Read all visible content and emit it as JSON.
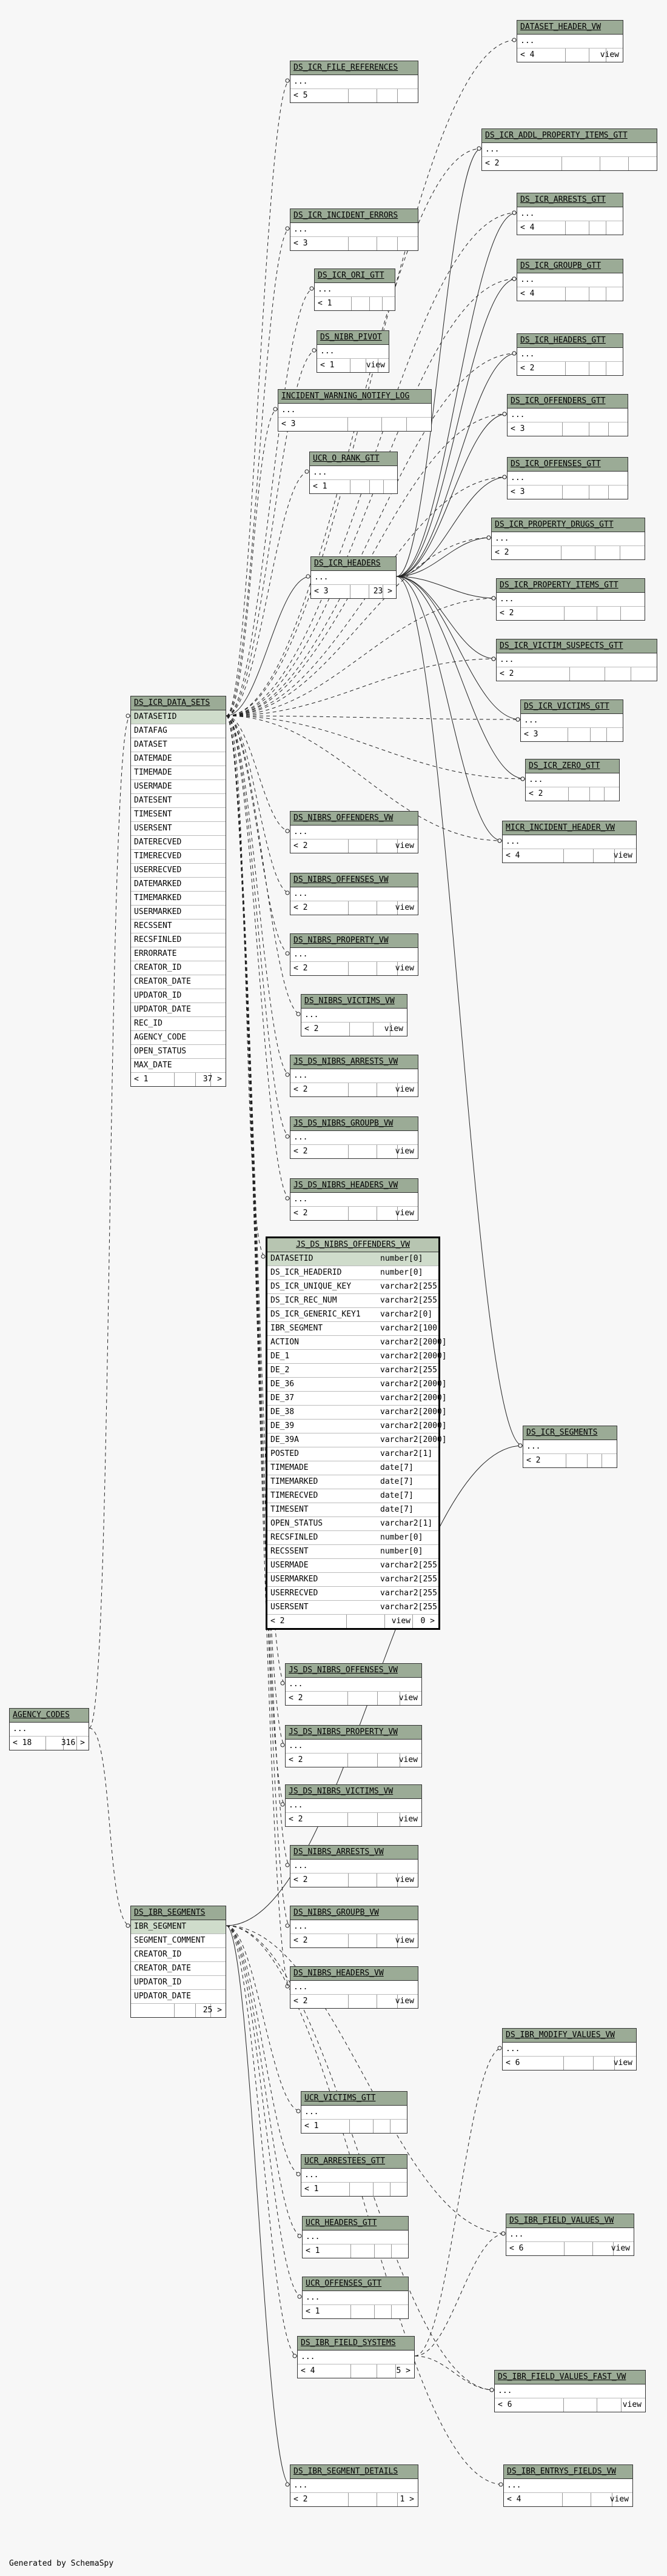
{
  "footer": {
    "generated_by": "Generated by SchemaSpy"
  },
  "tables": [
    {
      "name": "DATASET_HEADER_VW",
      "rows": [
        "..."
      ],
      "foot": [
        "< 4",
        "view"
      ]
    },
    {
      "name": "DS_ICR_FILE_REFERENCES",
      "rows": [
        "..."
      ],
      "foot": [
        "< 5",
        ""
      ]
    },
    {
      "name": "DS_ICR_ADDL_PROPERTY_ITEMS_GTT",
      "rows": [
        "..."
      ],
      "foot": [
        "< 2",
        ""
      ]
    },
    {
      "name": "DS_ICR_ARRESTS_GTT",
      "rows": [
        "..."
      ],
      "foot": [
        "< 4",
        ""
      ]
    },
    {
      "name": "DS_ICR_INCIDENT_ERRORS",
      "rows": [
        "..."
      ],
      "foot": [
        "< 3",
        ""
      ]
    },
    {
      "name": "DS_ICR_GROUPB_GTT",
      "rows": [
        "..."
      ],
      "foot": [
        "< 4",
        ""
      ]
    },
    {
      "name": "DS_ICR_ORI_GTT",
      "rows": [
        "..."
      ],
      "foot": [
        "< 1",
        ""
      ]
    },
    {
      "name": "DS_NIBR_PIVOT",
      "rows": [
        "..."
      ],
      "foot": [
        "< 1",
        "view"
      ]
    },
    {
      "name": "DS_ICR_HEADERS_GTT",
      "rows": [
        "..."
      ],
      "foot": [
        "< 2",
        ""
      ]
    },
    {
      "name": "INCIDENT_WARNING_NOTIFY_LOG",
      "rows": [
        "..."
      ],
      "foot": [
        "< 3",
        ""
      ]
    },
    {
      "name": "DS_ICR_OFFENDERS_GTT",
      "rows": [
        "..."
      ],
      "foot": [
        "< 3",
        ""
      ]
    },
    {
      "name": "UCR_O_RANK_GTT",
      "rows": [
        "..."
      ],
      "foot": [
        "< 1",
        ""
      ]
    },
    {
      "name": "DS_ICR_OFFENSES_GTT",
      "rows": [
        "..."
      ],
      "foot": [
        "< 3",
        ""
      ]
    },
    {
      "name": "DS_ICR_PROPERTY_DRUGS_GTT",
      "rows": [
        "..."
      ],
      "foot": [
        "< 2",
        ""
      ]
    },
    {
      "name": "DS_ICR_HEADERS",
      "rows": [
        "..."
      ],
      "foot": [
        "< 3",
        "23 >"
      ]
    },
    {
      "name": "DS_ICR_PROPERTY_ITEMS_GTT",
      "rows": [
        "..."
      ],
      "foot": [
        "< 2",
        ""
      ]
    },
    {
      "name": "DS_ICR_VICTIM_SUSPECTS_GTT",
      "rows": [
        "..."
      ],
      "foot": [
        "< 2",
        ""
      ]
    },
    {
      "name": "DS_ICR_VICTIMS_GTT",
      "rows": [
        "..."
      ],
      "foot": [
        "< 3",
        ""
      ]
    },
    {
      "name": "DS_ICR_ZERO_GTT",
      "rows": [
        "..."
      ],
      "foot": [
        "< 2",
        ""
      ]
    },
    {
      "name": "DS_ICR_DATA_SETS",
      "rows": [
        "DATASETID",
        "DATAFAG",
        "DATASET",
        "DATEMADE",
        "TIMEMADE",
        "USERMADE",
        "DATESENT",
        "TIMESENT",
        "USERSENT",
        "DATERECVED",
        "TIMERECVED",
        "USERRECVED",
        "DATEMARKED",
        "TIMEMARKED",
        "USERMARKED",
        "RECSSENT",
        "RECSFINLED",
        "ERRORRATE",
        "CREATOR_ID",
        "CREATOR_DATE",
        "UPDATOR_ID",
        "UPDATOR_DATE",
        "REC_ID",
        "AGENCY_CODE",
        "OPEN_STATUS",
        "MAX_DATE"
      ],
      "foot": [
        "< 1",
        "37 >"
      ]
    },
    {
      "name": "DS_NIBRS_OFFENDERS_VW",
      "rows": [
        "..."
      ],
      "foot": [
        "< 2",
        "view"
      ]
    },
    {
      "name": "MICR_INCIDENT_HEADER_VW",
      "rows": [
        "..."
      ],
      "foot": [
        "< 4",
        "view"
      ]
    },
    {
      "name": "DS_NIBRS_OFFENSES_VW",
      "rows": [
        "..."
      ],
      "foot": [
        "< 2",
        "view"
      ]
    },
    {
      "name": "DS_NIBRS_PROPERTY_VW",
      "rows": [
        "..."
      ],
      "foot": [
        "< 2",
        "view"
      ]
    },
    {
      "name": "DS_NIBRS_VICTIMS_VW",
      "rows": [
        "..."
      ],
      "foot": [
        "< 2",
        "view"
      ]
    },
    {
      "name": "JS_DS_NIBRS_ARRESTS_VW",
      "rows": [
        "..."
      ],
      "foot": [
        "< 2",
        "view"
      ]
    },
    {
      "name": "JS_DS_NIBRS_GROUPB_VW",
      "rows": [
        "..."
      ],
      "foot": [
        "< 2",
        "view"
      ]
    },
    {
      "name": "JS_DS_NIBRS_HEADERS_VW",
      "rows": [
        "..."
      ],
      "foot": [
        "< 2",
        "view"
      ]
    },
    {
      "name": "JS_DS_NIBRS_OFFENDERS_VW",
      "focus": true,
      "rows": [
        [
          "DATASETID",
          "number[0]"
        ],
        [
          "DS_ICR_HEADERID",
          "number[0]"
        ],
        [
          "DS_ICR_UNIQUE_KEY",
          "varchar2[255]"
        ],
        [
          "DS_ICR_REC_NUM",
          "varchar2[255]"
        ],
        [
          "DS_ICR_GENERIC_KEY1",
          "varchar2[0]"
        ],
        [
          "IBR_SEGMENT",
          "varchar2[100]"
        ],
        [
          "ACTION",
          "varchar2[2000]"
        ],
        [
          "DE_1",
          "varchar2[2000]"
        ],
        [
          "DE_2",
          "varchar2[255]"
        ],
        [
          "DE_36",
          "varchar2[2000]"
        ],
        [
          "DE_37",
          "varchar2[2000]"
        ],
        [
          "DE_38",
          "varchar2[2000]"
        ],
        [
          "DE_39",
          "varchar2[2000]"
        ],
        [
          "DE_39A",
          "varchar2[2000]"
        ],
        [
          "POSTED",
          "varchar2[1]"
        ],
        [
          "TIMEMADE",
          "date[7]"
        ],
        [
          "TIMEMARKED",
          "date[7]"
        ],
        [
          "TIMERECVED",
          "date[7]"
        ],
        [
          "TIMESENT",
          "date[7]"
        ],
        [
          "OPEN_STATUS",
          "varchar2[1]"
        ],
        [
          "RECSFINLED",
          "number[0]"
        ],
        [
          "RECSSENT",
          "number[0]"
        ],
        [
          "USERMADE",
          "varchar2[255]"
        ],
        [
          "USERMARKED",
          "varchar2[255]"
        ],
        [
          "USERRECVED",
          "varchar2[255]"
        ],
        [
          "USERSENT",
          "varchar2[255]"
        ]
      ],
      "foot": [
        "< 2",
        "view",
        "0 >"
      ]
    },
    {
      "name": "DS_ICR_SEGMENTS",
      "rows": [
        "..."
      ],
      "foot": [
        "< 2",
        ""
      ]
    },
    {
      "name": "JS_DS_NIBRS_OFFENSES_VW",
      "rows": [
        "..."
      ],
      "foot": [
        "< 2",
        "view"
      ]
    },
    {
      "name": "AGENCY_CODES",
      "rows": [
        "..."
      ],
      "foot": [
        "< 18",
        "316 >"
      ]
    },
    {
      "name": "JS_DS_NIBRS_PROPERTY_VW",
      "rows": [
        "..."
      ],
      "foot": [
        "< 2",
        "view"
      ]
    },
    {
      "name": "JS_DS_NIBRS_VICTIMS_VW",
      "rows": [
        "..."
      ],
      "foot": [
        "< 2",
        "view"
      ]
    },
    {
      "name": "DS_NIBRS_ARRESTS_VW",
      "rows": [
        "..."
      ],
      "foot": [
        "< 2",
        "view"
      ]
    },
    {
      "name": "DS_NIBRS_GROUPB_VW",
      "rows": [
        "..."
      ],
      "foot": [
        "< 2",
        "view"
      ]
    },
    {
      "name": "DS_IBR_SEGMENTS",
      "rows": [
        "IBR_SEGMENT",
        "SEGMENT_COMMENT",
        "CREATOR_ID",
        "CREATOR_DATE",
        "UPDATOR_ID",
        "UPDATOR_DATE"
      ],
      "foot": [
        "",
        "25 >"
      ]
    },
    {
      "name": "DS_NIBRS_HEADERS_VW",
      "rows": [
        "..."
      ],
      "foot": [
        "< 2",
        "view"
      ]
    },
    {
      "name": "DS_IBR_MODIFY_VALUES_VW",
      "rows": [
        "..."
      ],
      "foot": [
        "< 6",
        "view"
      ]
    },
    {
      "name": "UCR_VICTIMS_GTT",
      "rows": [
        "..."
      ],
      "foot": [
        "< 1",
        ""
      ]
    },
    {
      "name": "UCR_ARRESTEES_GTT",
      "rows": [
        "..."
      ],
      "foot": [
        "< 1",
        ""
      ]
    },
    {
      "name": "UCR_HEADERS_GTT",
      "rows": [
        "..."
      ],
      "foot": [
        "< 1",
        ""
      ]
    },
    {
      "name": "DS_IBR_FIELD_VALUES_VW",
      "rows": [
        "..."
      ],
      "foot": [
        "< 6",
        "view"
      ]
    },
    {
      "name": "UCR_OFFENSES_GTT",
      "rows": [
        "..."
      ],
      "foot": [
        "< 1",
        ""
      ]
    },
    {
      "name": "DS_IBR_FIELD_SYSTEMS",
      "rows": [
        "..."
      ],
      "foot": [
        "< 4",
        "5 >"
      ]
    },
    {
      "name": "DS_IBR_FIELD_VALUES_FAST_VW",
      "rows": [
        "..."
      ],
      "foot": [
        "< 6",
        "view"
      ]
    },
    {
      "name": "DS_IBR_SEGMENT_DETAILS",
      "rows": [
        "..."
      ],
      "foot": [
        "< 2",
        "1 >"
      ]
    },
    {
      "name": "DS_IBR_ENTRYS_FIELDS_VW",
      "rows": [
        "..."
      ],
      "foot": [
        "< 4",
        "view"
      ]
    }
  ]
}
